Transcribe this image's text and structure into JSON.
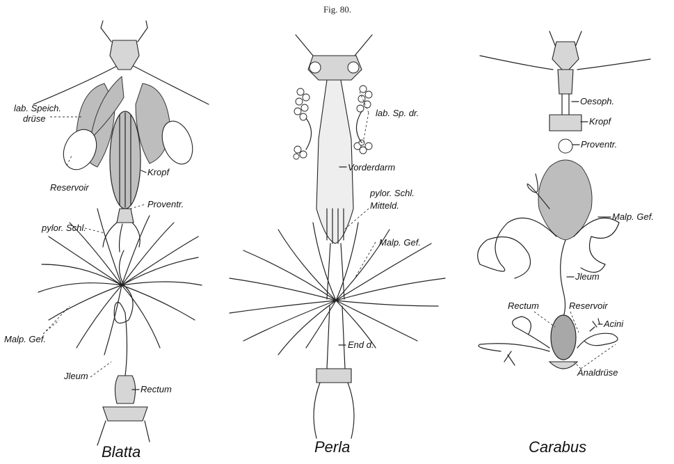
{
  "figure_number": "Fig. 80.",
  "specimens": {
    "blatta": {
      "caption": "Blatta",
      "labels": {
        "lab_speich": "lab. Speich.",
        "druese": "drüse",
        "reservoir": "Reservoir",
        "kropf": "Kropf",
        "proventr": "Proventr.",
        "pylor_schl": "pylor. Schl.",
        "malp_gef": "Malp. Gef.",
        "jleum": "Jleum",
        "rectum": "Rectum"
      }
    },
    "perla": {
      "caption": "Perla",
      "labels": {
        "lab_sp_dr": "lab. Sp. dr.",
        "vorderdarm": "Vorderdarm",
        "pylor_schl": "pylor. Schl.",
        "mitteld": "Mitteld.",
        "malp_gef": "Malp. Gef.",
        "endd": "End d."
      }
    },
    "carabus": {
      "caption": "Carabus",
      "labels": {
        "oesoph": "Oesoph.",
        "kropf": "Kropf",
        "proventr": "Proventr.",
        "malp_gef": "Malp. Gef.",
        "jleum": "Jleum",
        "rectum": "Rectum",
        "reservoir": "Reservoir",
        "acini": "Acini",
        "analdruese": "Analdrüse"
      }
    }
  }
}
